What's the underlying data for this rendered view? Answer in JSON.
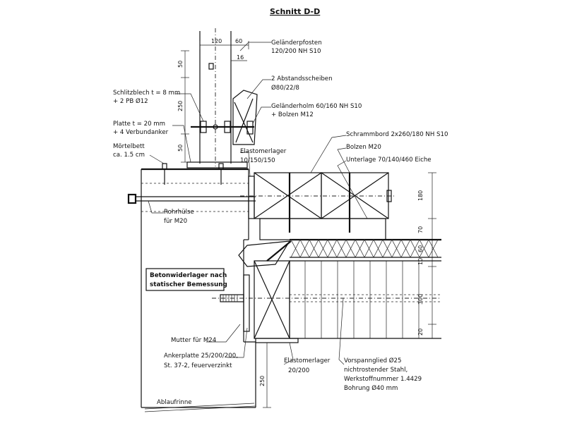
{
  "title": "Schnitt D-D",
  "labels": {
    "gelaenderpfosten_1": "Geländerpfosten",
    "gelaenderpfosten_2": "120/200 NH S10",
    "abstandsscheiben_1": "2 Abstandsscheiben",
    "abstandsscheiben_2": "Ø80/22/8",
    "gelaenderholm_1": "Geländerholm 60/160 NH S10",
    "gelaenderholm_2": "+ Bolzen M12",
    "schlitzblech_1": "Schlitzblech t = 8 mm",
    "schlitzblech_2": "+ 2 PB Ø12",
    "platte_1": "Platte t = 20 mm",
    "platte_2": "+ 4 Verbundanker",
    "moertel_1": "Mörtelbett",
    "moertel_2": "ca. 1.5 cm",
    "elastomer_oben_1": "Elastomerlager",
    "elastomer_oben_2": "10/150/150",
    "schrammbord": "Schrammbord 2x260/180 NH S10",
    "bolzen": "Bolzen M20",
    "unterlage": "Unterlage 70/140/460 Eiche",
    "rohrhuelse_1": "Rohrhülse",
    "rohrhuelse_2": "für M20",
    "widerlager_1": "Betonwiderlager nach",
    "widerlager_2": "statischer Bemessung",
    "mutter": "Mutter für M24",
    "ankerplatte_1": "Ankerplatte 25/200/200,",
    "ankerplatte_2": "St. 37-2, feuerverzinkt",
    "elastomer_unten_1": "Elastomerlager",
    "elastomer_unten_2": "20/200",
    "vorspann_1": "Vorspannglied Ø25",
    "vorspann_2": "nichtrostender Stahl,",
    "vorspann_3": "Werkstoffnummer 1.4429",
    "vorspann_4": "Bohrung Ø40 mm",
    "ablaufrinne": "Ablaufrinne"
  },
  "dimensions": {
    "d120": "120",
    "d60": "60",
    "d16": "16",
    "d50a": "50",
    "d250": "250",
    "d50b": "50",
    "d180": "180",
    "d70": "70",
    "d60v": "60",
    "d10": "10",
    "d300": "300",
    "d20": "20",
    "d250b": "250"
  }
}
